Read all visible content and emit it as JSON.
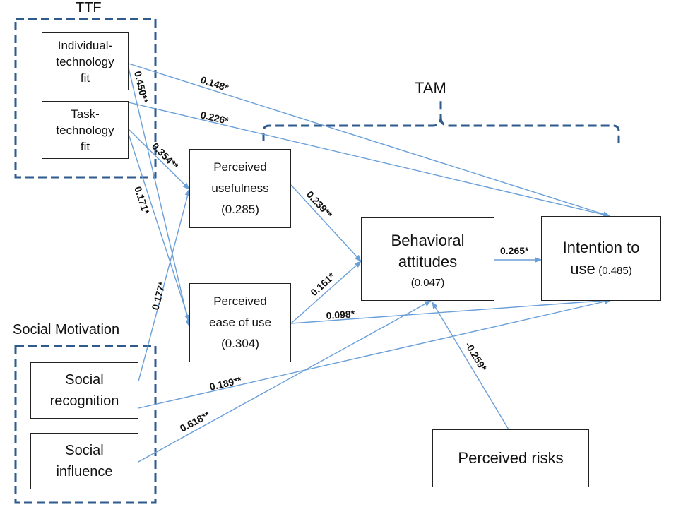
{
  "groups": {
    "ttf": "TTF",
    "tam": "TAM",
    "social": "Social Motivation"
  },
  "nodes": {
    "individual_fit": {
      "line1": "Individual-",
      "line2": "technology",
      "line3": "fit"
    },
    "task_fit": {
      "line1": "Task-",
      "line2": "technology",
      "line3": "fit"
    },
    "perceived_usefulness": {
      "line1": "Perceived",
      "line2": "usefulness",
      "line3": "(0.285)"
    },
    "perceived_ease": {
      "line1": "Perceived",
      "line2": "ease of use",
      "line3": "(0.304)"
    },
    "behavioral_attitudes": {
      "line1": "Behavioral",
      "line2": "attitudes",
      "line3": "(0.047)"
    },
    "intention": {
      "line1": "Intention to",
      "line2a": "use",
      "line2b": "(0.485)"
    },
    "social_recognition": {
      "line1": "Social",
      "line2": "recognition"
    },
    "social_influence": {
      "line1": "Social",
      "line2": "influence"
    },
    "perceived_risks": {
      "line1": "Perceived risks"
    }
  },
  "paths": [
    {
      "from": "Individual-technology fit",
      "to": "Intention to use",
      "coef": "0.148*"
    },
    {
      "from": "Task-technology fit",
      "to": "Intention to use",
      "coef": "0.226*"
    },
    {
      "from": "Individual-technology fit",
      "to": "Perceived ease of use",
      "coef": "0.450**"
    },
    {
      "from": "Task-technology fit",
      "to": "Perceived usefulness",
      "coef": "0.354**"
    },
    {
      "from": "Task-technology fit",
      "to": "Perceived ease of use",
      "coef": "0.171*"
    },
    {
      "from": "Perceived usefulness",
      "to": "Behavioral attitudes",
      "coef": "0.239**"
    },
    {
      "from": "Perceived ease of use",
      "to": "Behavioral attitudes",
      "coef": "0.161*"
    },
    {
      "from": "Perceived ease of use",
      "to": "Intention to use",
      "coef": "0.098*"
    },
    {
      "from": "Behavioral attitudes",
      "to": "Intention to use",
      "coef": "0.265*"
    },
    {
      "from": "Social recognition",
      "to": "Perceived usefulness",
      "coef": "0.177*"
    },
    {
      "from": "Social recognition",
      "to": "Intention to use",
      "coef": "0.189**"
    },
    {
      "from": "Social influence",
      "to": "Behavioral attitudes",
      "coef": "0.618**"
    },
    {
      "from": "Perceived risks",
      "to": "Behavioral attitudes",
      "coef": "-0.259*"
    }
  ],
  "colors": {
    "arrow": "#6a9fd8",
    "dashed_border": "#2f5a8c",
    "box_border": "#222222"
  }
}
